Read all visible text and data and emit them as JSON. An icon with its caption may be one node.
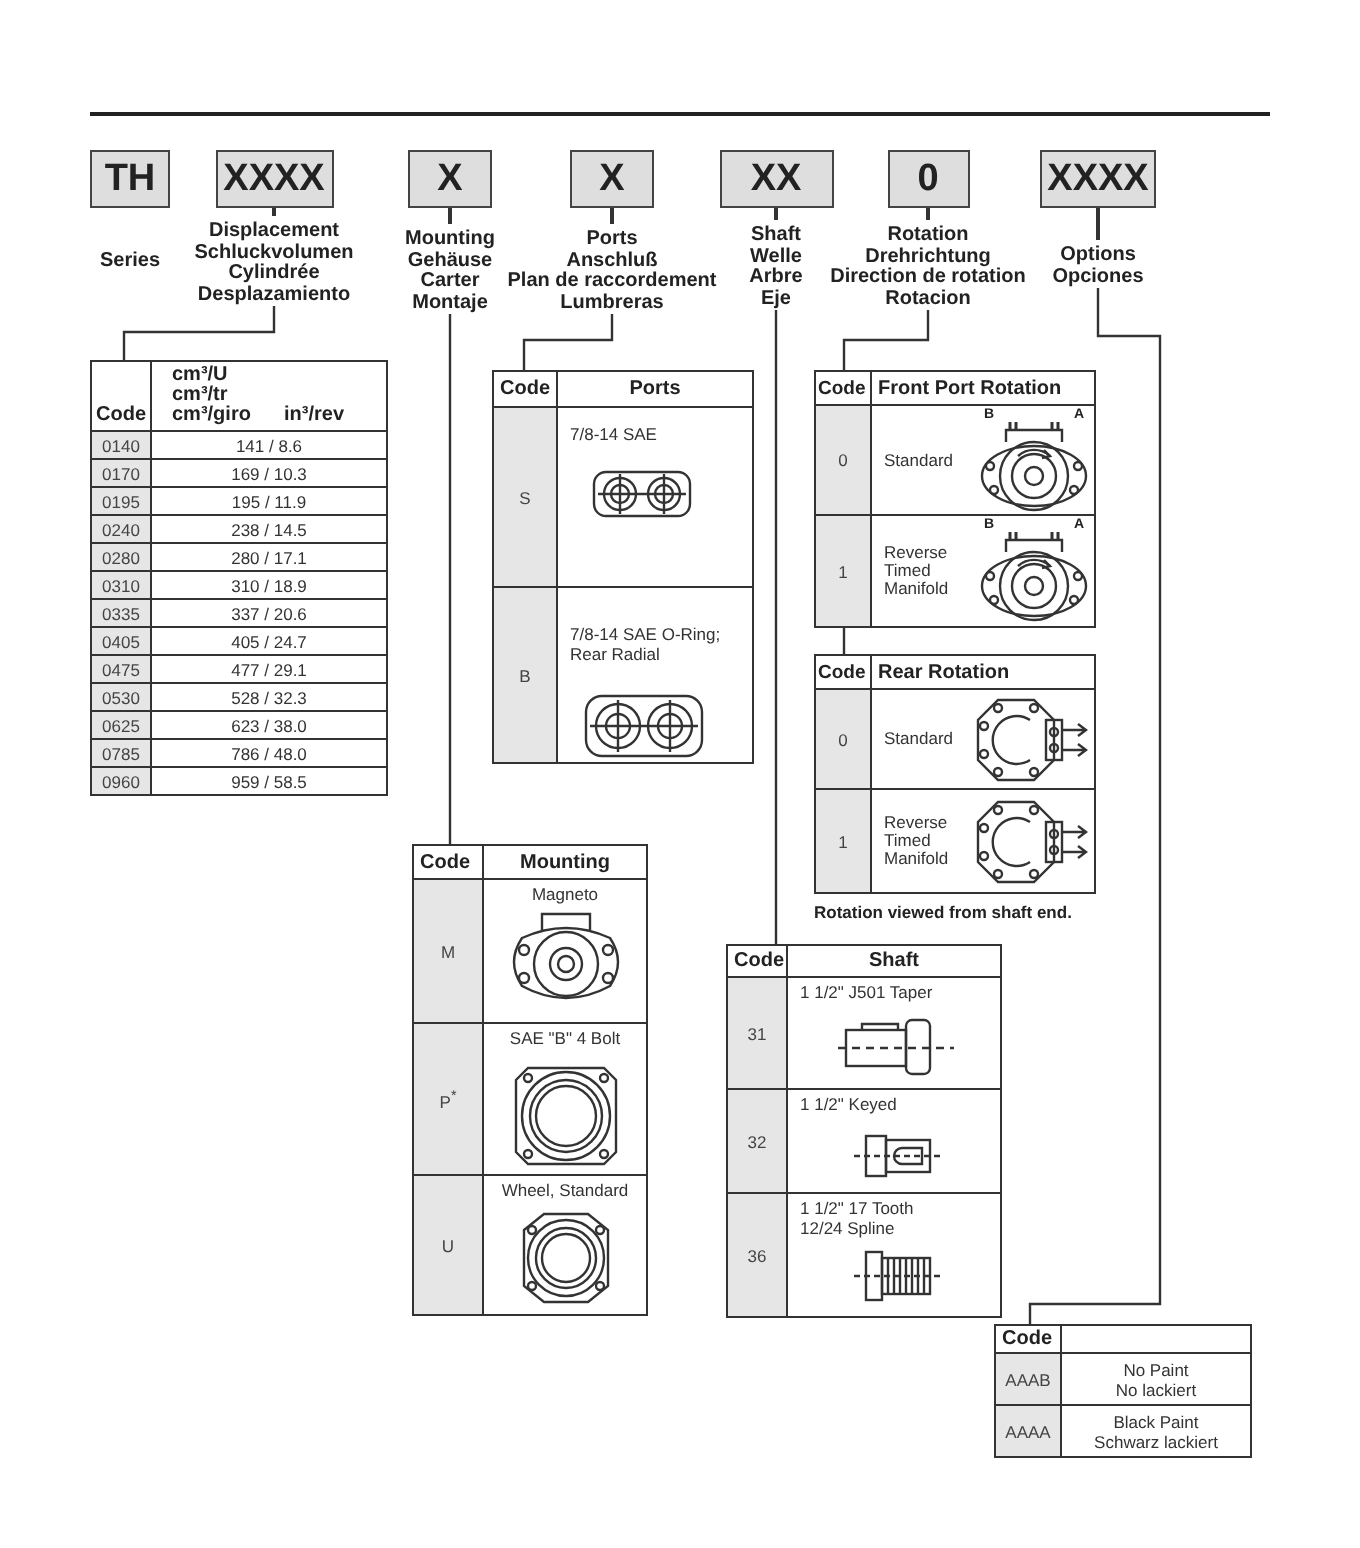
{
  "diagram": {
    "nodes": [
      {
        "text": [
          "TH"
        ],
        "beside": [
          "Series"
        ]
      },
      {
        "text": [
          "XXXX"
        ],
        "beside": [
          "Displacement",
          "Schluckvolumen",
          "Cylindrée",
          "Desplazamiento"
        ]
      },
      {
        "text": [
          "X"
        ],
        "beside": [
          "Mounting",
          "Gehäuse",
          "Carter",
          "Montaje"
        ]
      },
      {
        "text": [
          "X"
        ],
        "beside": [
          "Ports",
          "Anschluß",
          "Plan de raccordement",
          "Lumbreras"
        ]
      },
      {
        "text": [
          "XX"
        ],
        "beside": [
          "Shaft",
          "Welle",
          "Arbre",
          "Eje"
        ]
      },
      {
        "text": [
          "0"
        ],
        "beside": [
          "Rotation",
          "Drehrichtung",
          "Direction de rotation",
          "Rotacion"
        ]
      },
      {
        "text": [
          "XXXX"
        ],
        "beside": [
          "Options",
          "Opciones"
        ]
      },
      {
        "text": [
          "Code",
          "cm³/U",
          "cm³/tr",
          "cm³/giro",
          "in³/rev",
          "0140",
          "141 / 8.6",
          "0170",
          "169 / 10.3",
          "0195",
          "195 / 11.9",
          "0240",
          "238 / 14.5",
          "0280",
          "280 / 17.1",
          "0310",
          "310 / 18.9",
          "0335",
          "337 / 20.6",
          "0405",
          "405 / 24.7",
          "0475",
          "477 / 29.1",
          "0530",
          "528 / 32.3",
          "0625",
          "623 / 38.0",
          "0785",
          "786 / 48.0",
          "0960",
          "959 / 58.5"
        ]
      },
      {
        "text": [
          "Code",
          "Ports",
          "S",
          "7/8-14 SAE",
          "B",
          "7/8-14 SAE O-Ring; Rear Radial"
        ]
      },
      {
        "text": [
          "Code",
          "Front Port Rotation",
          "0",
          "Standard",
          "B",
          "A",
          "1",
          "Reverse Timed Manifold",
          "B",
          "A"
        ]
      },
      {
        "text": [
          "Code",
          "Rear Rotation",
          "0",
          "Standard",
          "1",
          "Reverse Timed Manifold"
        ],
        "beside": [
          "Rotation viewed from shaft end."
        ]
      },
      {
        "text": [
          "Code",
          "Mounting",
          "M",
          "Magneto",
          "P$^{*}$",
          "SAE \"B\" 4 Bolt",
          "U",
          "Wheel, Standard"
        ]
      },
      {
        "text": [
          "Code",
          "Shaft",
          "31",
          "1 1/2\" J501 Taper",
          "32",
          "1 1/2\" Keyed",
          "36",
          "1 1/2\" 17 Tooth 12/24 Spline"
        ]
      },
      {
        "text": [
          "Code",
          "AAAB",
          "No Paint",
          "No lackiert",
          "AAAA",
          "Black Paint",
          "Schwarz lackiert"
        ]
      }
    ],
    "edges": [
      {
        "from": 1,
        "to": 7,
        "arrow": "none"
      },
      {
        "from": 2,
        "to": 11,
        "arrow": "none"
      },
      {
        "from": 3,
        "to": 8,
        "arrow": "none"
      },
      {
        "from": 4,
        "to": 12,
        "arrow": "none"
      },
      {
        "from": 5,
        "to": 9,
        "arrow": "none"
      },
      {
        "from": 9,
        "to": 10,
        "arrow": "none"
      },
      {
        "from": 6,
        "to": 13,
        "arrow": "none"
      }
    ]
  }
}
